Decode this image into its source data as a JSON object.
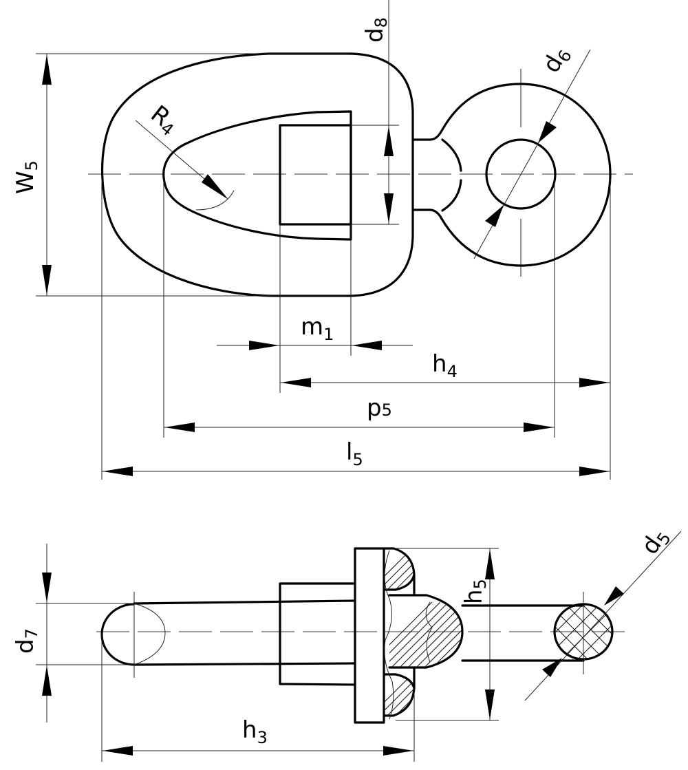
{
  "drawing": {
    "subject": "swivel",
    "top_view": {
      "labels": {
        "W5": {
          "main": "W",
          "sub": "5"
        },
        "R4": {
          "main": "R",
          "sub": "4"
        },
        "d8": {
          "main": "d",
          "sub": "8"
        },
        "d6": {
          "main": "d",
          "sub": "6"
        },
        "m1": {
          "main": "m",
          "sub": "1"
        },
        "h4": {
          "main": "h",
          "sub": "4"
        },
        "p5": {
          "main": "p",
          "sub": "5"
        },
        "l5": {
          "main": "l",
          "sub": "5"
        }
      }
    },
    "side_view": {
      "labels": {
        "d7": {
          "main": "d",
          "sub": "7"
        },
        "d5": {
          "main": "d",
          "sub": "5"
        },
        "h5": {
          "main": "h",
          "sub": "5"
        },
        "h3": {
          "main": "h",
          "sub": "3"
        }
      }
    }
  }
}
